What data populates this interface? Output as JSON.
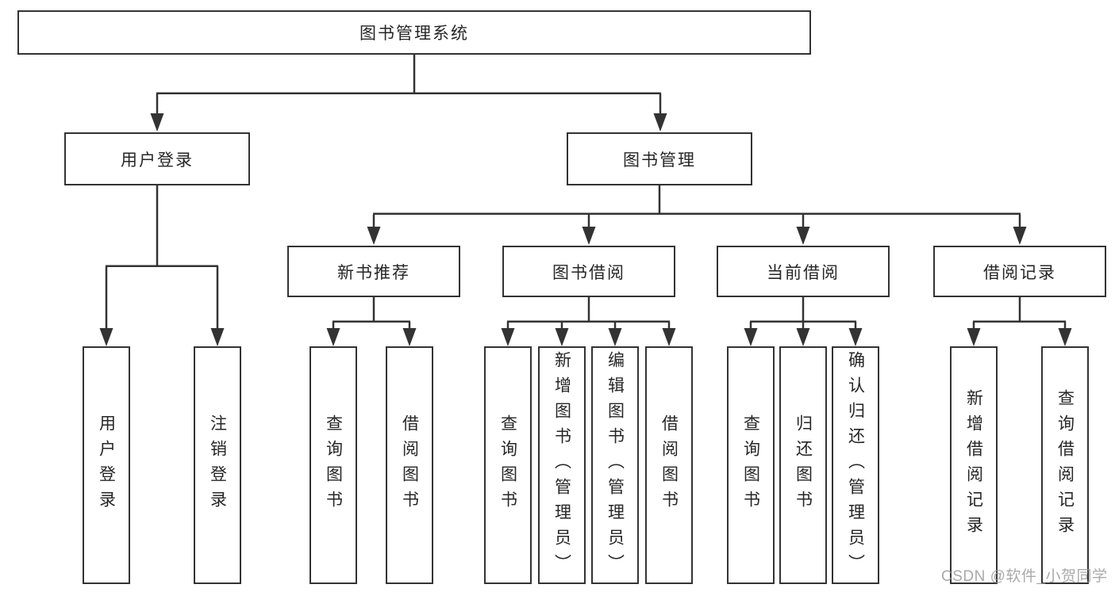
{
  "page": {
    "watermark": "CSDN @软件_小贺同学"
  },
  "colors": {
    "line": "#333333",
    "box_border": "#333333",
    "text": "#262626",
    "watermark": "#9b9b9b",
    "background": "#ffffff"
  },
  "nodes": {
    "root": "图书管理系统",
    "level2": [
      "用户登录",
      "图书管理"
    ],
    "level3": [
      "新书推荐",
      "图书借阅",
      "当前借阅",
      "借阅记录"
    ],
    "leaves": {
      "user_login": [
        "用户登录",
        "注销登录"
      ],
      "new_book_recommend": [
        "查询图书",
        "借阅图书"
      ],
      "book_borrow": [
        "查询图书",
        "新增图书（管理员）",
        "编辑图书（管理员）",
        "借阅图书"
      ],
      "current_borrow": [
        "查询图书",
        "归还图书",
        "确认归还（管理员）"
      ],
      "borrow_records": [
        "新增借阅记录",
        "查询借阅记录"
      ]
    }
  }
}
